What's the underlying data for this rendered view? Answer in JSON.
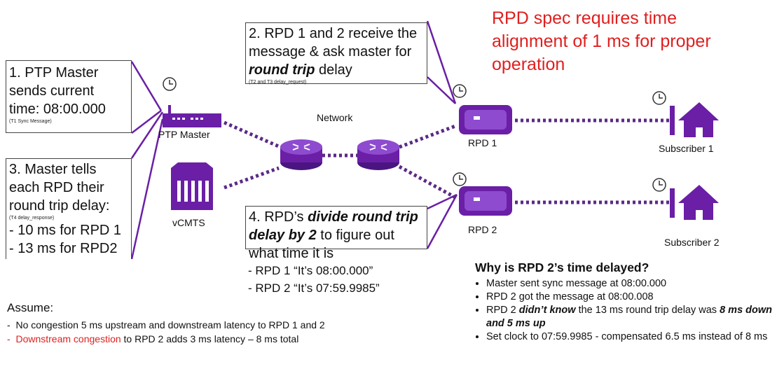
{
  "headline": "RPD spec requires time alignment of 1 ms for proper operation",
  "nodes": {
    "ptp_master": "PTP Master",
    "vcmts": "vCMTS",
    "network": "Network",
    "rpd1": "RPD 1",
    "rpd2": "RPD 2",
    "sub1": "Subscriber 1",
    "sub2": "Subscriber 2"
  },
  "step1": {
    "text": "1. PTP Master sends current time: 08:00.000",
    "note": "(T1 Sync Message)"
  },
  "step2": {
    "pre": "2. RPD 1 and 2 receive the message & ask master for ",
    "emph": "round trip",
    "post": " delay",
    "note": "(T2 and T3 delay_request)"
  },
  "step3": {
    "text": "3. Master tells each RPD their round trip delay:",
    "note": "(T4 delay_response)",
    "items": [
      "- 10 ms for RPD 1",
      "- 13 ms for RPD2"
    ]
  },
  "step4": {
    "pre": "4. RPD’s ",
    "emph": "divide round trip delay by 2",
    "post": " to figure out what time it is",
    "items": [
      "- RPD 1 “It’s 08:00.000”",
      "- RPD 2 “It’s 07:59.9985”"
    ]
  },
  "assume": {
    "title": "Assume:",
    "line1": "No congestion 5 ms upstream and downstream latency to RPD 1 and 2",
    "line2_red": "Downstream congestion",
    "line2_rest": " to RPD 2 adds 3 ms latency – 8 ms total"
  },
  "why": {
    "title": "Why is RPD 2’s time delayed?",
    "b1": "Master sent sync message at 08:00.000",
    "b2": "RPD 2 got the message at 08:00.008",
    "b3_pre": "RPD 2 ",
    "b3_emph": "didn’t know",
    "b3_mid": " the 13 ms round trip delay was ",
    "b3_emph2": "8 ms down and 5 ms up",
    "b4": "Set clock to 07:59.9985 - compensated 6.5 ms instead of 8 ms"
  },
  "colors": {
    "purple": "#6a1fa6",
    "red": "#e01f1f",
    "dots": "#5b2a86"
  }
}
